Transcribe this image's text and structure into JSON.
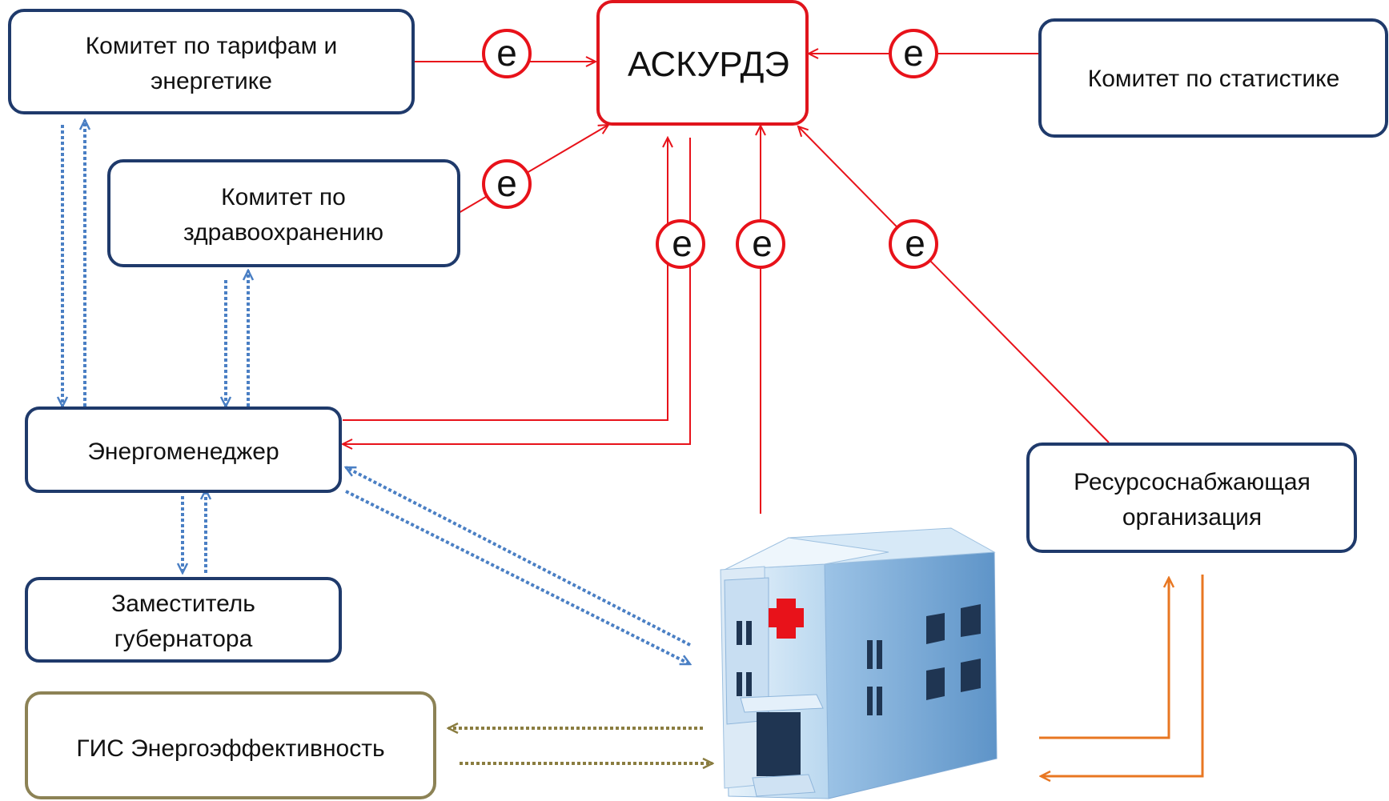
{
  "colors": {
    "node_border": "#1f3a6b",
    "askurde_border": "#e0141c",
    "gis_border": "#8c8255",
    "red_link": "#e8121a",
    "blue_link": "#4a7fc4",
    "olive_link": "#8a7d40",
    "orange_link": "#e87722"
  },
  "nodes": {
    "askurde": "АСКУРДЭ",
    "tariffs": [
      "Комитет по тарифам и",
      "энергетике"
    ],
    "statistics": "Комитет по статистике",
    "health": [
      "Комитет по",
      "здравоохранению"
    ],
    "energy_manager": "Энергоменеджер",
    "deputy": [
      "Заместитель",
      "губернатора"
    ],
    "resource_supplier": [
      "Ресурсоснабжающая",
      "организация"
    ],
    "gis": "ГИС Энергоэффективность"
  },
  "e_label": "e",
  "icons": {
    "hospital": "hospital-building-icon"
  }
}
